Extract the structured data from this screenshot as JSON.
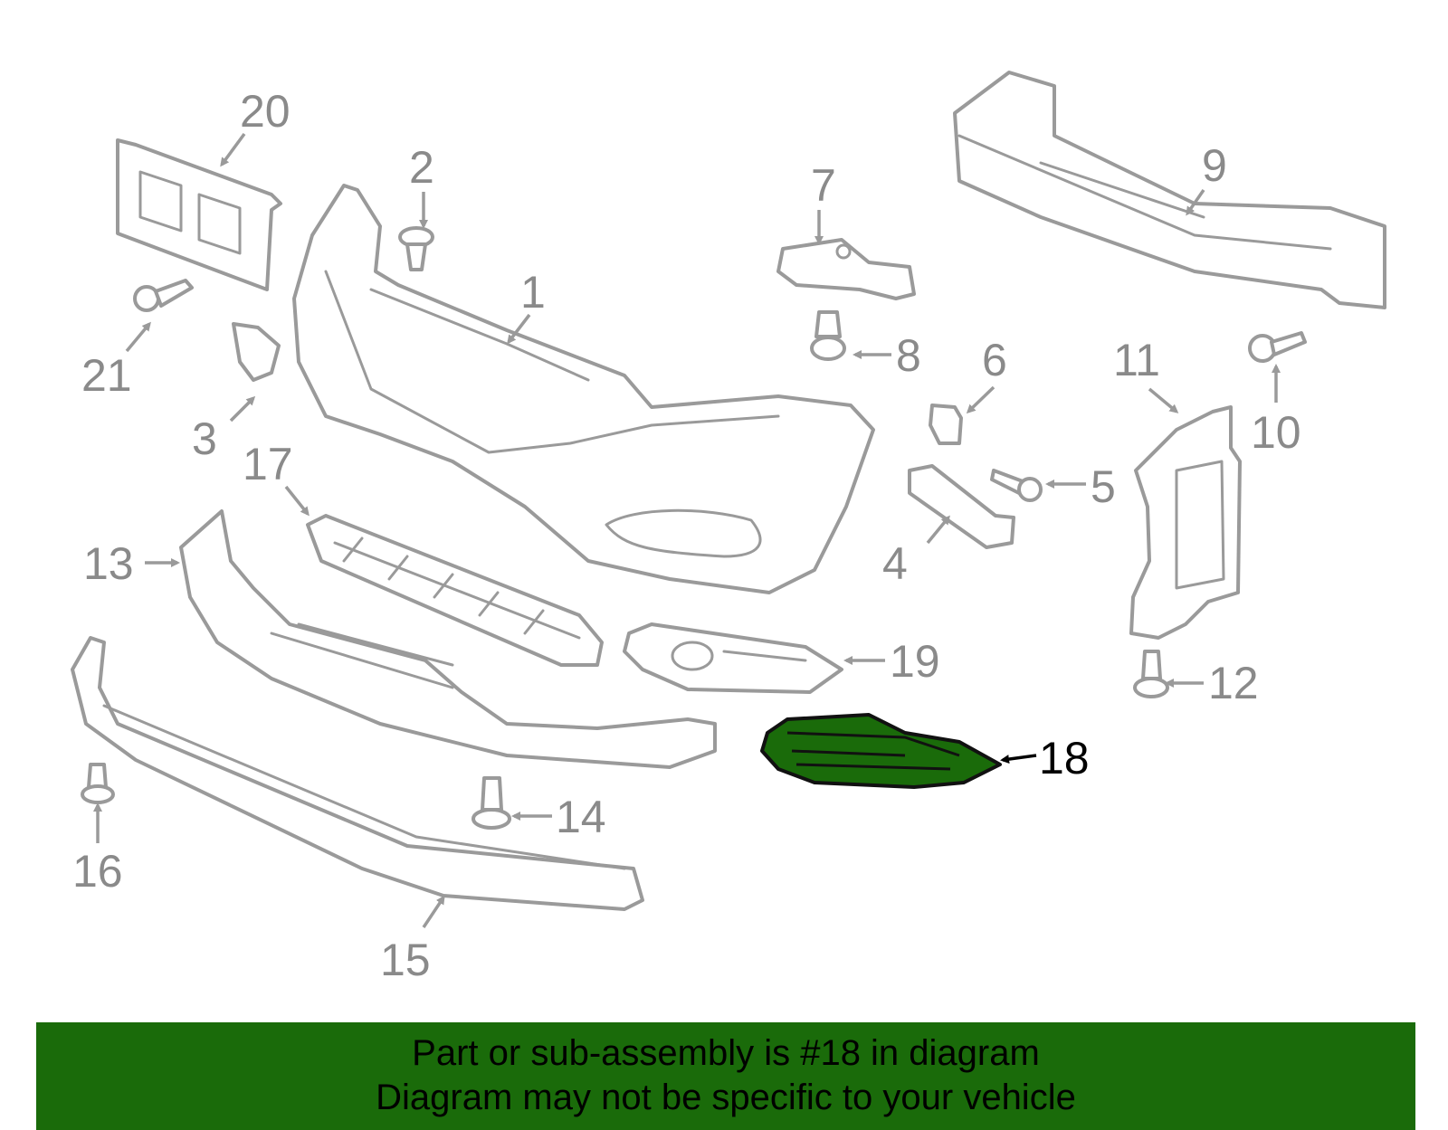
{
  "callouts": {
    "c1": "1",
    "c2": "2",
    "c3": "3",
    "c4": "4",
    "c5": "5",
    "c6": "6",
    "c7": "7",
    "c8": "8",
    "c9": "9",
    "c10": "10",
    "c11": "11",
    "c12": "12",
    "c13": "13",
    "c14": "14",
    "c15": "15",
    "c16": "16",
    "c17": "17",
    "c18": "18",
    "c19": "19",
    "c20": "20",
    "c21": "21"
  },
  "highlight": {
    "part_number": "18",
    "color": "#1a6b0a"
  },
  "banner": {
    "line1": "Part or sub-assembly is #18 in diagram",
    "line2": "Diagram may not be specific to your vehicle",
    "background": "#1a6b0a"
  }
}
